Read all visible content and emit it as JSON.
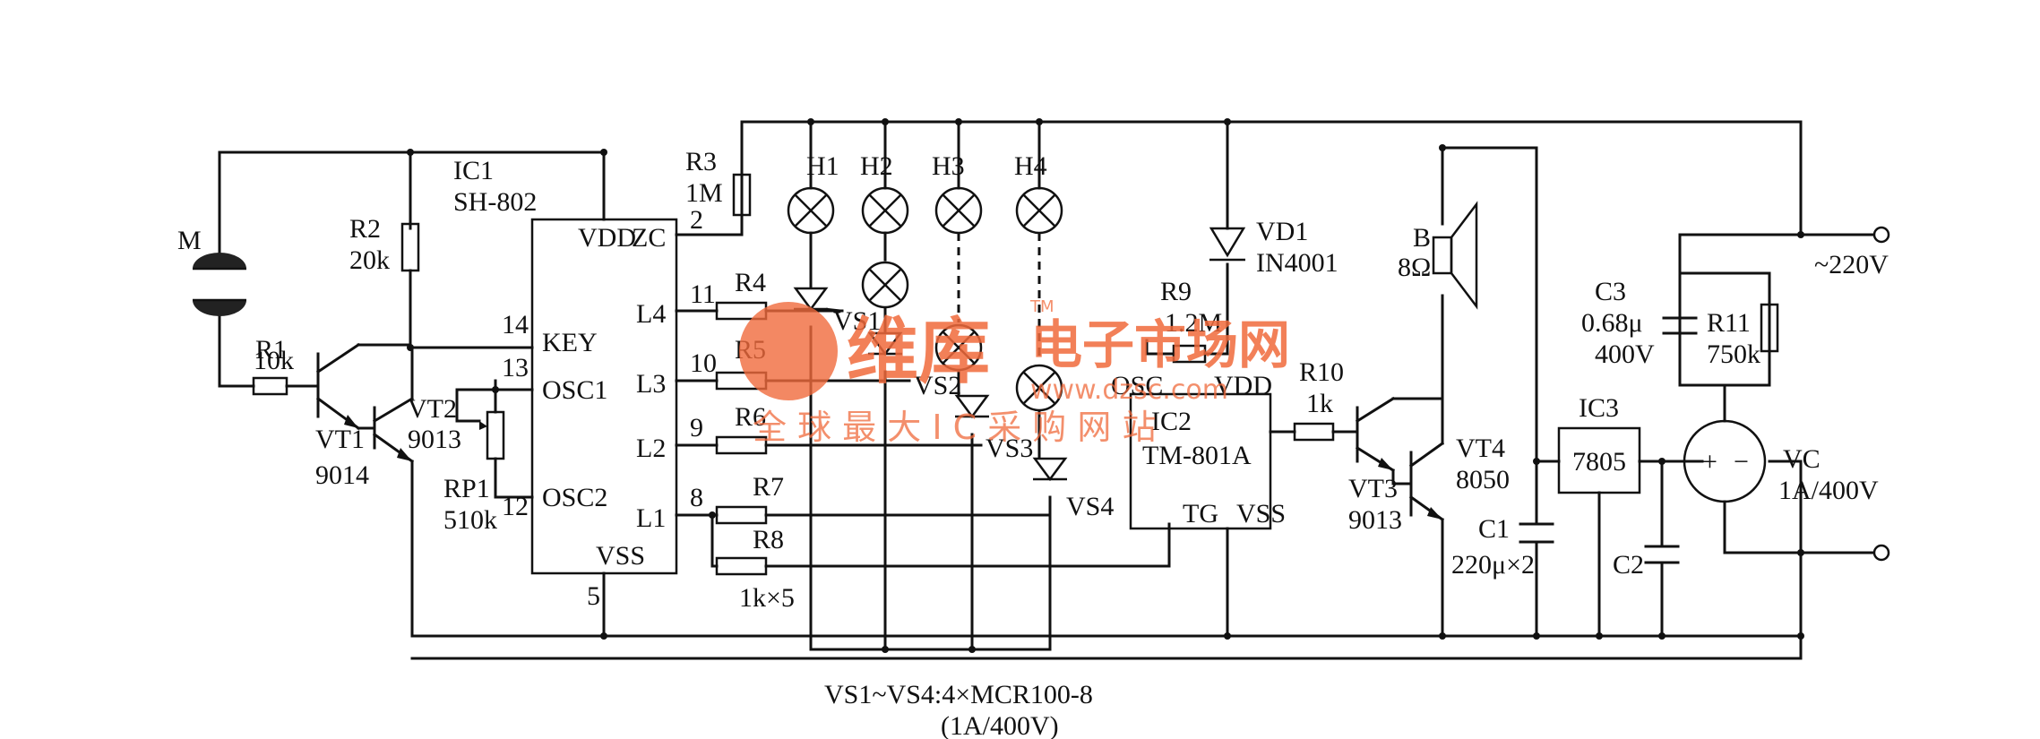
{
  "labels": {
    "mic": "M",
    "r1": "R1",
    "r1_val": "10k",
    "r2": "R2",
    "r2_val": "20k",
    "vt1": "VT1",
    "vt1_type": "9014",
    "vt2": "VT2",
    "vt2_type": "9013",
    "rp1": "RP1",
    "rp1_val": "510k",
    "ic1": "IC1",
    "ic1_type": "SH-802",
    "pin_vdd": "VDD",
    "pin_zc": "ZC",
    "pin_key": "KEY",
    "pin_osc1": "OSC1",
    "pin_osc2": "OSC2",
    "pin_l4": "L4",
    "pin_l3": "L3",
    "pin_l2": "L2",
    "pin_l1": "L1",
    "pin_vss": "VSS",
    "pn_14": "14",
    "pn_13": "13",
    "pn_12": "12",
    "pn_5": "5",
    "pn_2": "2",
    "pn_11": "11",
    "pn_10": "10",
    "pn_9": "9",
    "pn_8": "8",
    "r3": "R3",
    "r3_val": "1M",
    "r4": "R4",
    "r5": "R5",
    "r6": "R6",
    "r7": "R7",
    "r8": "R8",
    "r_group_val": "1k×5",
    "h1": "H1",
    "h2": "H2",
    "h3": "H3",
    "h4": "H4",
    "vs1": "VS1",
    "vs2": "VS2",
    "vs3": "VS3",
    "vs4": "VS4",
    "r9": "R9",
    "r9_val": "1.2M",
    "ic2": "IC2",
    "ic2_type": "TM-801A",
    "ic2_osc": "OSC",
    "ic2_vdd": "VDD",
    "ic2_tg": "TG",
    "ic2_vss": "VSS",
    "vd1": "VD1",
    "vd1_type": "IN4001",
    "r10": "R10",
    "r10_val": "1k",
    "vt3": "VT3",
    "vt3_type": "9013",
    "vt4": "VT4",
    "vt4_type": "8050",
    "spk": "B",
    "spk_val": "8Ω",
    "c1": "C1",
    "c1_val": "220μ×2",
    "ic3": "IC3",
    "ic3_type": "7805",
    "c2": "C2",
    "c3": "C3",
    "c3_val1": "0.68μ",
    "c3_val2": "400V",
    "r11": "R11",
    "r11_val": "750k",
    "vc": "VC",
    "vc_val": "1A/400V",
    "mains": "~220V",
    "scr_note1": "VS1~VS4:4×MCR100-8",
    "scr_note2": "(1A/400V)"
  },
  "watermark": {
    "logo_text": "维库",
    "tm": "TM",
    "brand": "电子市场网",
    "url": "www.dzsc.com",
    "slogan": "全 球 最 大 I C 采 购 网 站"
  },
  "colors": {
    "ink": "#111111",
    "watermark": "#f06a3c"
  }
}
